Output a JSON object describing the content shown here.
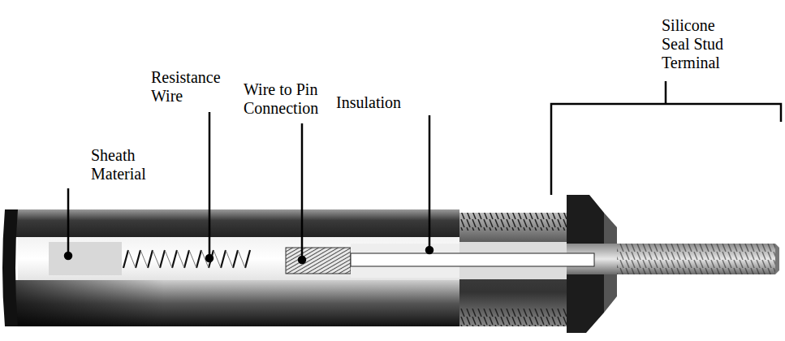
{
  "diagram": {
    "labels": [
      "Sheath Material",
      "Resistance Wire",
      "Wire to Pin Connection",
      "Insulation",
      "Silicone Seal Stud Terminal"
    ]
  }
}
